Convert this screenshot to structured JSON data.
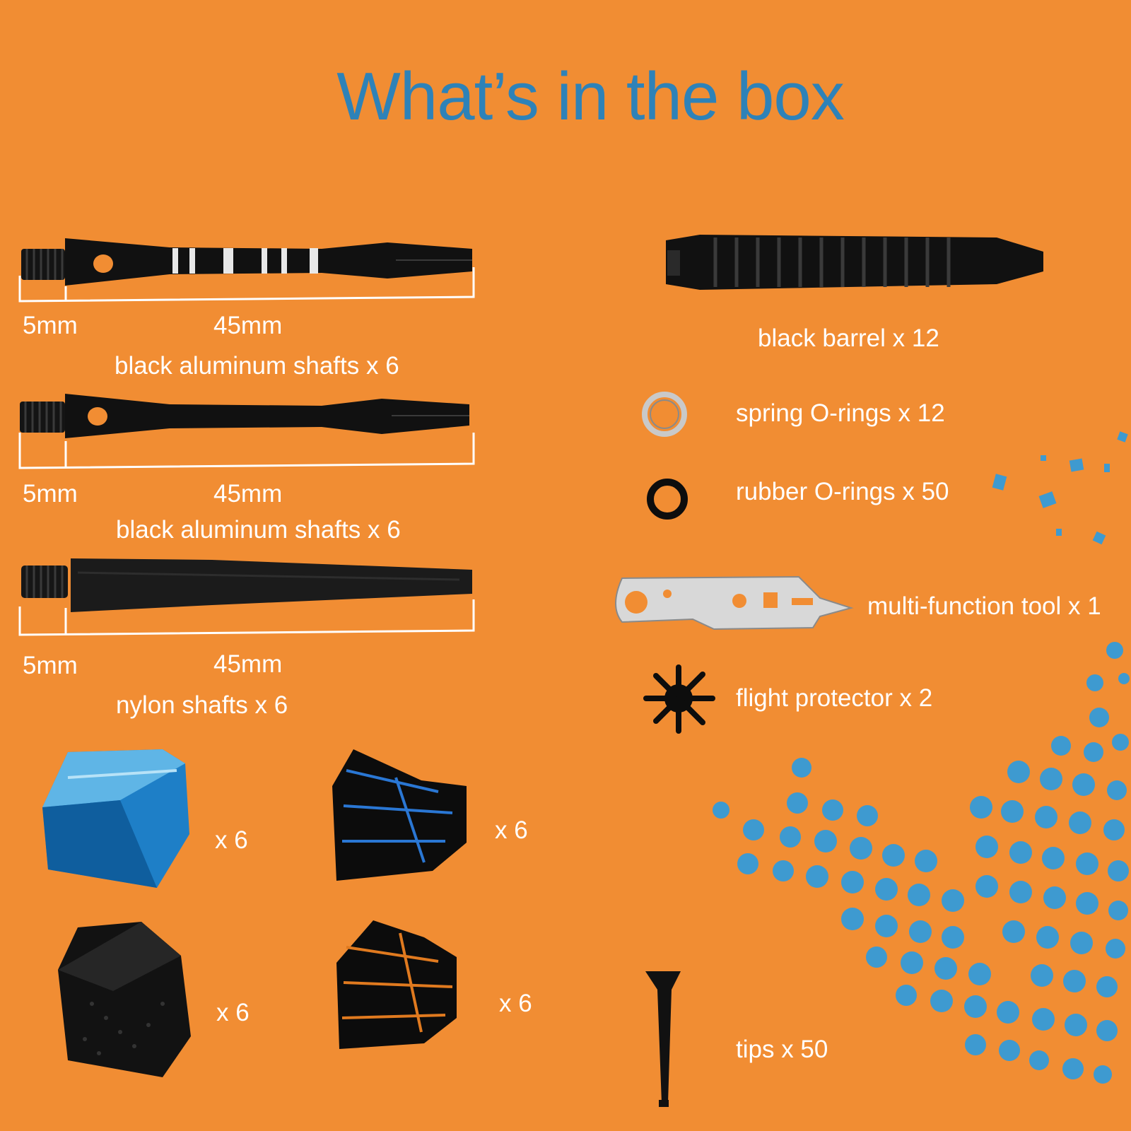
{
  "title": "What’s in the box",
  "shafts": [
    {
      "dim_short": "5mm",
      "dim_long": "45mm",
      "label": "black aluminum shafts x 6"
    },
    {
      "dim_short": "5mm",
      "dim_long": "45mm",
      "label": "black aluminum shafts x 6"
    },
    {
      "dim_short": "5mm",
      "dim_long": "45mm",
      "label": "nylon shafts x 6"
    }
  ],
  "barrel": {
    "label": "black barrel x 12"
  },
  "accessories": {
    "spring_orings": "spring O-rings x 12",
    "rubber_orings": "rubber O-rings x 50",
    "tool": "multi-function tool x 1",
    "flight_protector": "flight protector x 2",
    "tips": "tips x 50"
  },
  "flights": [
    {
      "count": "x 6",
      "style": "blue-glass"
    },
    {
      "count": "x 6",
      "style": "black-blue-waves"
    },
    {
      "count": "x 6",
      "style": "black-dotted"
    },
    {
      "count": "x 6",
      "style": "black-orange-waves"
    }
  ],
  "colors": {
    "background": "#F18D33",
    "title": "#2E82B8",
    "text": "#FFFFFF",
    "dots": "#3E9AD0"
  }
}
